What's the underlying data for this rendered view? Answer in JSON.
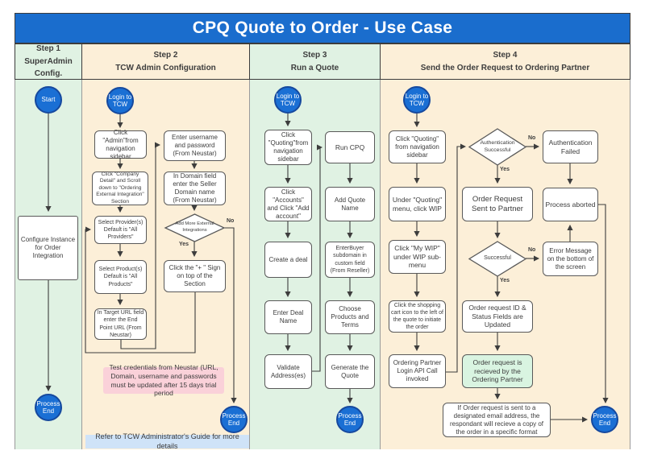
{
  "title": "CPQ Quote to Order - Use Case",
  "colors": {
    "title_blue": "#1a6dcd",
    "lane_green": "#e0f2e3",
    "lane_tan": "#fcefd8",
    "note_pink": "#fad1d9",
    "note_blue": "#cfe3f8",
    "node_green": "#d9f4e1",
    "circle_blue": "#1a6fd4",
    "circle_border": "#16499e"
  },
  "lanes": [
    {
      "step": "Step 1",
      "name": "SuperAdmin Config."
    },
    {
      "step": "Step 2",
      "name": "TCW Admin Configuration"
    },
    {
      "step": "Step 3",
      "name": "Run a Quote"
    },
    {
      "step": "Step 4",
      "name": "Send the Order Request to Ordering Partner"
    }
  ],
  "labels": {
    "start": "Start",
    "process_end": "Process End",
    "login": "Login to TCW",
    "yes": "Yes",
    "no": "No"
  },
  "lane1": {
    "configure": "Configure Instance for Order Integration"
  },
  "lane2": {
    "click_admin": "Click \"Admin\"from navigation sidebar",
    "company_detail": "Click \"Company Detail\" and Scroll down to  \"Ordering External Integration\" Section",
    "select_providers": "Select Provider(s) Default is \"All Providers\"",
    "select_products": "Select Product(s) Default is \"All Products\"",
    "target_url": "In Target URL field enter the End Point URL (From Neustar)",
    "enter_credentials": "Enter username and password (From Neustar)",
    "domain_field": "In Domain field enter the Seller Domain name (From Neustar)",
    "add_more": "Add More External Integrations",
    "plus_sign": "Click the \"+ \" Sign  on top of the Section",
    "pink_note": "Test credentials from Neustar (URL, Domain, username and passwords must be updated after 15 days trial period",
    "guide_note": "Refer to TCW Administrator's Guide for more details"
  },
  "lane3": {
    "click_quoting": "Click \"Quoting\"from navigation sidebar",
    "accounts": "Click \"Accounts\" and Click \"Add account\"",
    "create_deal": "Create a deal",
    "deal_name": "Enter Deal Name",
    "validate": "Validate Address(es)",
    "run_cpq": "Run CPQ",
    "quote_name": "Add Quote Name",
    "buyer_subdomain": "EnterBuyer subdomain in custom field (From Reseller)",
    "choose": "Choose Products and Terms",
    "generate": "Generate the Quote"
  },
  "lane4": {
    "click_quoting": "Click \"Quoting\" from navigation sidebar",
    "wip": "Under \"Quoting\" menu, click WIP",
    "my_wip": "Click \"My WIP\" under WIP sub-menu",
    "cart": "Click the shopping cart icon to the left of the quote to initiate the order",
    "api_call": "Ordering Partner Login API Call invoked",
    "auth_successful": "Authentication Successful",
    "order_sent": "Order Request Sent to Partner",
    "successful": "Successful",
    "order_updated": "Order request ID & Status Fields are Updated",
    "order_received": "Order request is recieved by the Ordering Partner",
    "email_copy": "If Order request is sent to a designated email address, the respondant will recieve a copy of the order in a specific format",
    "auth_failed": "Authentication Failed",
    "aborted": "Process aborted",
    "error_msg": "Error Message on the bottom of the screen"
  }
}
